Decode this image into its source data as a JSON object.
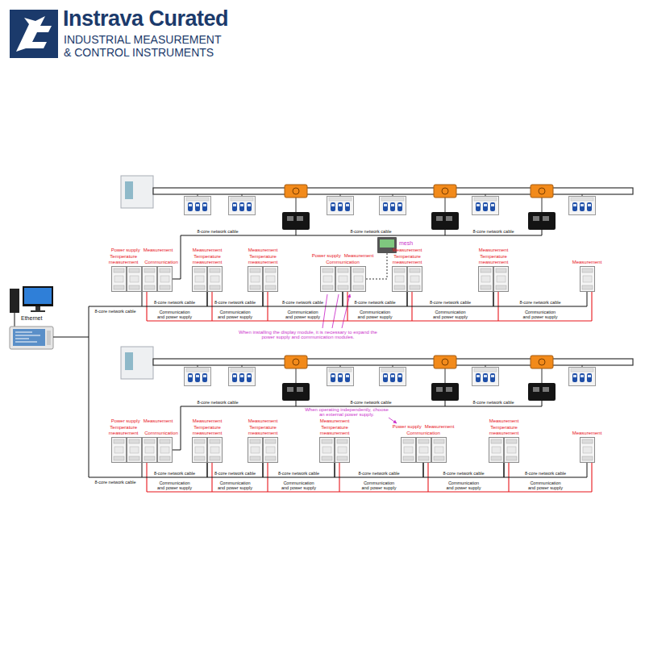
{
  "diagram": {
    "nodes": [
      {
        "text": [
          "Power supply",
          "Measurement",
          "Temperature measurement",
          "Communication"
        ]
      },
      {
        "text": [
          "Measurement",
          "Temperature measurement"
        ]
      },
      {
        "text": [
          "Measurement",
          "Temperature measurement"
        ]
      },
      {
        "text": [
          "Power supply",
          "Measurement",
          "Communication"
        ]
      },
      {
        "text": [
          "Measurement",
          "Temperature measurement"
        ]
      },
      {
        "text": [
          "Measurement",
          "Temperature measurement"
        ]
      },
      {
        "text": [
          "Measurement"
        ]
      },
      {
        "text": [
          "Power supply",
          "Measurement",
          "Temperature measurement",
          "Communication"
        ]
      },
      {
        "text": [
          "Measurement",
          "Temperature measurement"
        ]
      },
      {
        "text": [
          "Measurement",
          "Temperature measurement"
        ]
      },
      {
        "text": [
          "Measurement",
          "Temperature measurement"
        ]
      },
      {
        "text": [
          "Power supply",
          "Measurement",
          "Communication"
        ]
      },
      {
        "text": [
          "Measurement",
          "Temperature measurement"
        ]
      },
      {
        "text": [
          "Measurement"
        ]
      }
    ],
    "edges": [
      {
        "from": 0,
        "to": 1,
        "arrow": "none",
        "label": "8-core network cable"
      },
      {
        "from": 1,
        "to": 2,
        "arrow": "none",
        "label": "8-core network cable"
      },
      {
        "from": 2,
        "to": 3,
        "arrow": "none",
        "label": "8-core network cable"
      },
      {
        "from": 3,
        "to": 4,
        "arrow": "none",
        "label": "8-core network cable"
      },
      {
        "from": 4,
        "to": 5,
        "arrow": "none",
        "label": "8-core network cable"
      },
      {
        "from": 5,
        "to": 6,
        "arrow": "none",
        "label": "8-core network cable"
      },
      {
        "from": 7,
        "to": 8,
        "arrow": "none",
        "label": "8-core network cable"
      },
      {
        "from": 8,
        "to": 9,
        "arrow": "none",
        "label": "8-core network cable"
      },
      {
        "from": 9,
        "to": 10,
        "arrow": "none",
        "label": "8-core network cable"
      },
      {
        "from": 10,
        "to": 11,
        "arrow": "none",
        "label": "8-core network cable"
      },
      {
        "from": 11,
        "to": 12,
        "arrow": "none",
        "label": "8-core network cable"
      },
      {
        "from": 12,
        "to": 13,
        "arrow": "none",
        "label": "8-core network cable"
      }
    ],
    "labels": [
      "Instrava Curated",
      "INDUSTRIAL MEASUREMENT & CONTROL INSTRUMENTS",
      "Ethernet",
      "8-core network cable",
      "8-core network cable",
      "8-core network cable",
      "8-core network cable",
      "8-core network cable",
      "8-core network cable",
      "8-core network cable",
      "8-core network cable",
      "Communication and power supply",
      "Communication and power supply",
      "Communication and power supply",
      "Communication and power supply",
      "Communication and power supply",
      "Communication and power supply",
      "Communication and power supply",
      "Communication and power supply",
      "Communication and power supply",
      "Communication and power supply",
      "Communication and power supply",
      "Communication and power supply",
      "mesh",
      "When installing the display module, it is necessary to expand the power supply and communication modules.",
      "When operating independently, choose an external power supply."
    ]
  }
}
